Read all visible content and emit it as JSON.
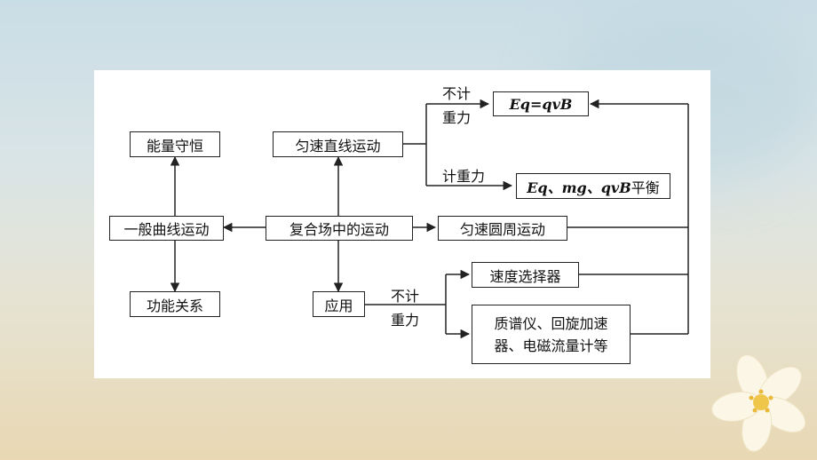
{
  "diagram": {
    "center": "复合场中的运动",
    "general_curve": "一般曲线运动",
    "energy_conservation": "能量守恒",
    "work_energy": "功能关系",
    "uniform_linear": "匀速直线运动",
    "no_gravity_label_1": "不计",
    "no_gravity_label_2": "重力",
    "eq_qvb": "Eq=qvB",
    "with_gravity_label": "计重力",
    "balance_italic": "Eq、mg、qvB",
    "balance_suffix": "平衡",
    "uniform_circular": "匀速圆周运动",
    "application": "应用",
    "app_no_gravity_1": "不计",
    "app_no_gravity_2": "重力",
    "velocity_selector": "速度选择器",
    "devices_line1": "质谱仪、回旋加速",
    "devices_line2": "器、电磁流量计等"
  },
  "colors": {
    "line": "#222222",
    "panel": "#ffffff"
  }
}
